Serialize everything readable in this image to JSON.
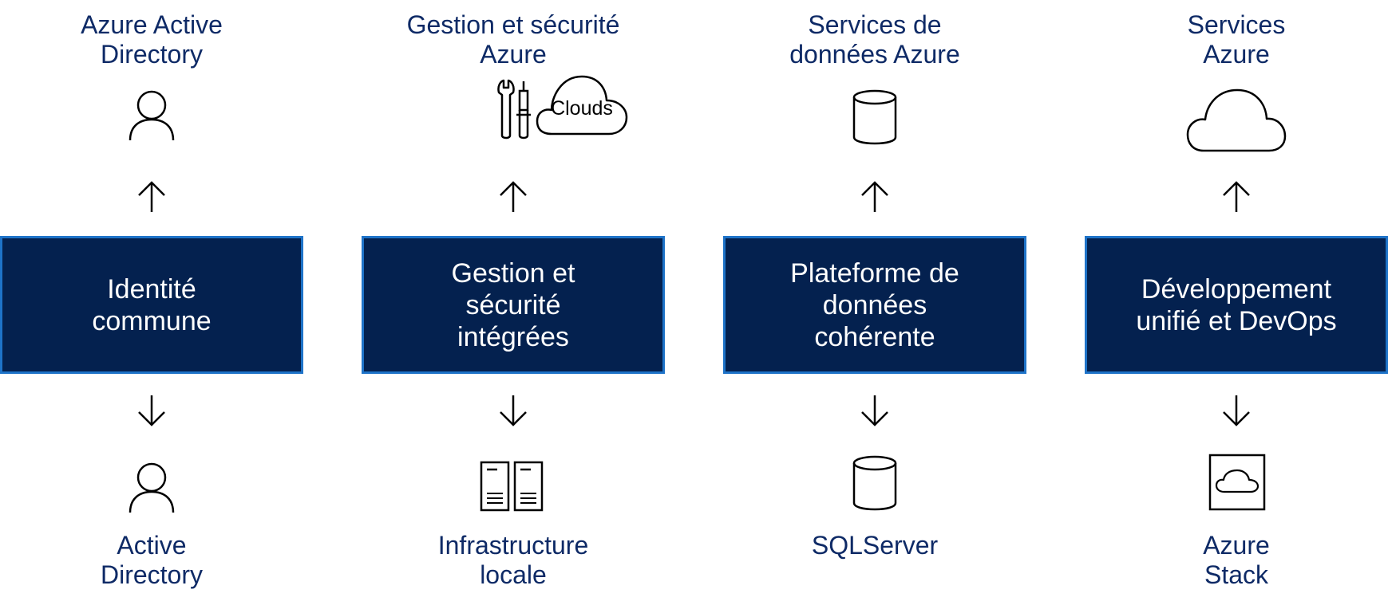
{
  "columns": [
    {
      "top_label": "Azure Active\nDirectory",
      "top_icon": "user-icon",
      "box_label": "Identité\ncommune",
      "bottom_icon": "user-icon",
      "bottom_label": "Active\nDirectory"
    },
    {
      "top_label": "Gestion et sécurité\nAzure",
      "top_icon": "tools-cloud-icon",
      "top_icon_text": "Clouds",
      "box_label": "Gestion et\nsécurité\nintégrées",
      "bottom_icon": "server-rack-icon",
      "bottom_label": "Infrastructure\nlocale"
    },
    {
      "top_label": "Services de\ndonnées Azure",
      "top_icon": "database-icon",
      "box_label": "Plateforme de\ndonnées\ncohérente",
      "bottom_icon": "database-icon",
      "bottom_label": "SQLServer"
    },
    {
      "top_label": "Services\nAzure",
      "top_icon": "cloud-icon",
      "box_label": "Développement\nunifié et DevOps",
      "bottom_icon": "cloud-box-icon",
      "bottom_label": "Azure\nStack"
    }
  ],
  "colors": {
    "label_text": "#0e2a66",
    "box_fill": "#04214f",
    "box_border": "#1e73c8",
    "box_text": "#ffffff",
    "icon_stroke": "#000000"
  }
}
